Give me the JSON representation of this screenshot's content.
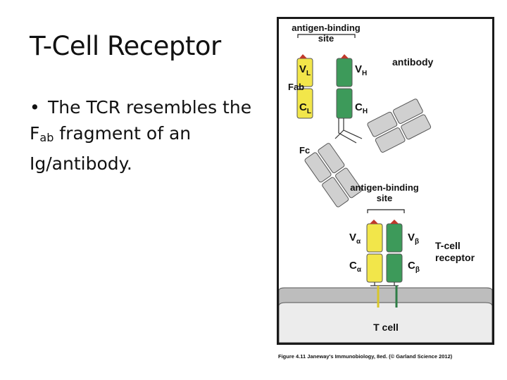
{
  "slide": {
    "title": "T-Cell Receptor",
    "bullet_char": "•",
    "bullet_pre": "The TCR resembles the F",
    "bullet_sub": "ab",
    "bullet_post": " fragment of an Ig/antibody."
  },
  "figure": {
    "antibody_site_label": [
      "antigen-binding",
      "site"
    ],
    "antibody_label": "antibody",
    "fab_label": "Fab",
    "fc_label": "Fc",
    "vl": {
      "main": "V",
      "sub": "L"
    },
    "vh": {
      "main": "V",
      "sub": "H"
    },
    "cl": {
      "main": "C",
      "sub": "L"
    },
    "ch": {
      "main": "C",
      "sub": "H"
    },
    "tcr_site_label": [
      "antigen-binding",
      "site"
    ],
    "va": {
      "main": "V",
      "sub": "α"
    },
    "vb": {
      "main": "V",
      "sub": "β"
    },
    "ca": {
      "main": "C",
      "sub": "α"
    },
    "cb": {
      "main": "C",
      "sub": "β"
    },
    "tcr_label": [
      "T-cell",
      "receptor"
    ],
    "tcell_label": "T cell",
    "caption": "Figure 4.11 Janeway's Immunobiology, 8ed. (© Garland Science 2012)"
  },
  "colors": {
    "yellow_chain": "#f2e64a",
    "green_chain": "#3d9a5a",
    "gray_chain": "#d0d0d0",
    "binding_tip": "#c0392b",
    "cell_fill": "#ececec"
  }
}
